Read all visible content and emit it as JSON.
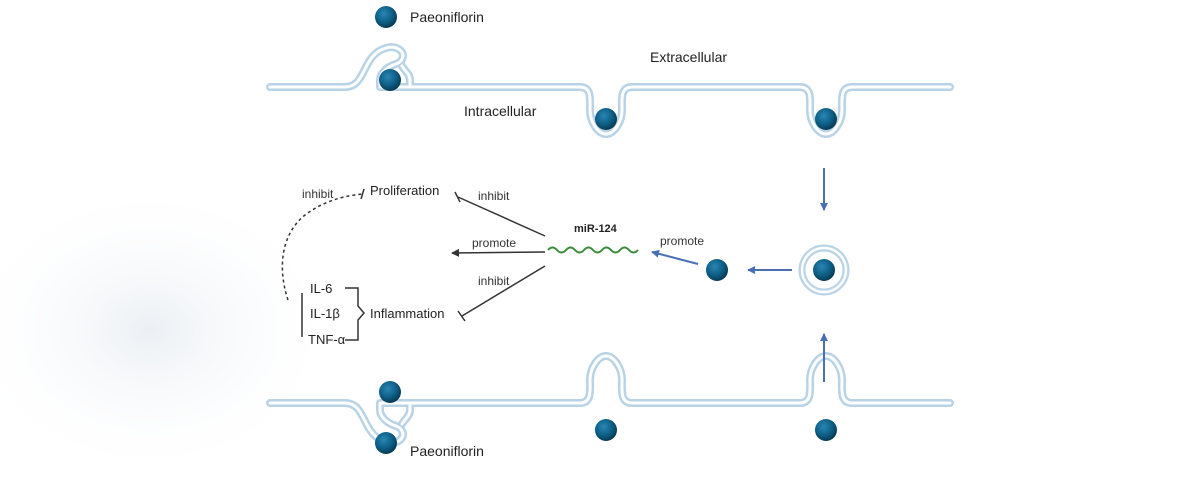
{
  "labels": {
    "paeoniflorin_top": "Paeoniflorin",
    "paeoniflorin_bottom": "Paeoniflorin",
    "extracellular": "Extracellular",
    "intracellular": "Intracellular",
    "proliferation": "Proliferation",
    "inflammation": "Inflammation",
    "mirna": "miR-124",
    "promote_right": "promote",
    "promote_left": "promote",
    "inhibit_top": "inhibit",
    "inhibit_bottom": "inhibit",
    "inhibit_left": "inhibit",
    "cytokines": [
      "IL-6",
      "IL-1β",
      "TNF-α"
    ]
  },
  "colors": {
    "membrane_outer": "#b9d3e6",
    "membrane_inner": "#ffffff",
    "molecule": "#0d5f86",
    "molecule_dark": "#0a3f5c",
    "blue_arrow": "#4a6fb5",
    "black_line": "#333333",
    "mirna_wave": "#3b8b3b"
  }
}
